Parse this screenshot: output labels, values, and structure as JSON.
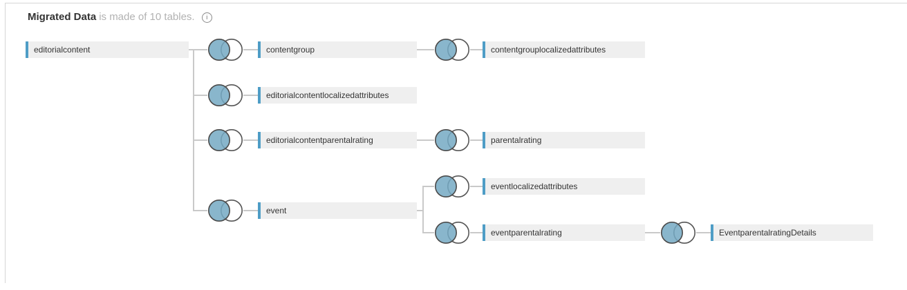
{
  "header": {
    "title": "Migrated Data",
    "subtitle": "is made of 10 tables.",
    "info_glyph": "i"
  },
  "colors": {
    "node_accent_bar": "#4e9dc6",
    "node_background": "#efefef",
    "venn_fill_blue": "#74a9c3",
    "venn_stroke": "#555555",
    "connector_line": "#c9c9c9",
    "panel_border": "#d6d6d6",
    "title_text": "#333333",
    "subtitle_text": "#b2b2b2"
  },
  "diagram": {
    "table_count": "10",
    "nodes": [
      {
        "label": "editorialcontent"
      },
      {
        "label": "contentgroup"
      },
      {
        "label": "contentgrouplocalizedattributes"
      },
      {
        "label": "editorialcontentlocalizedattributes"
      },
      {
        "label": "editorialcontentparentalrating"
      },
      {
        "label": "parentalrating"
      },
      {
        "label": "eventlocalizedattributes"
      },
      {
        "label": "event"
      },
      {
        "label": "eventparentalrating"
      },
      {
        "label": "EventparentalratingDetails"
      }
    ]
  }
}
